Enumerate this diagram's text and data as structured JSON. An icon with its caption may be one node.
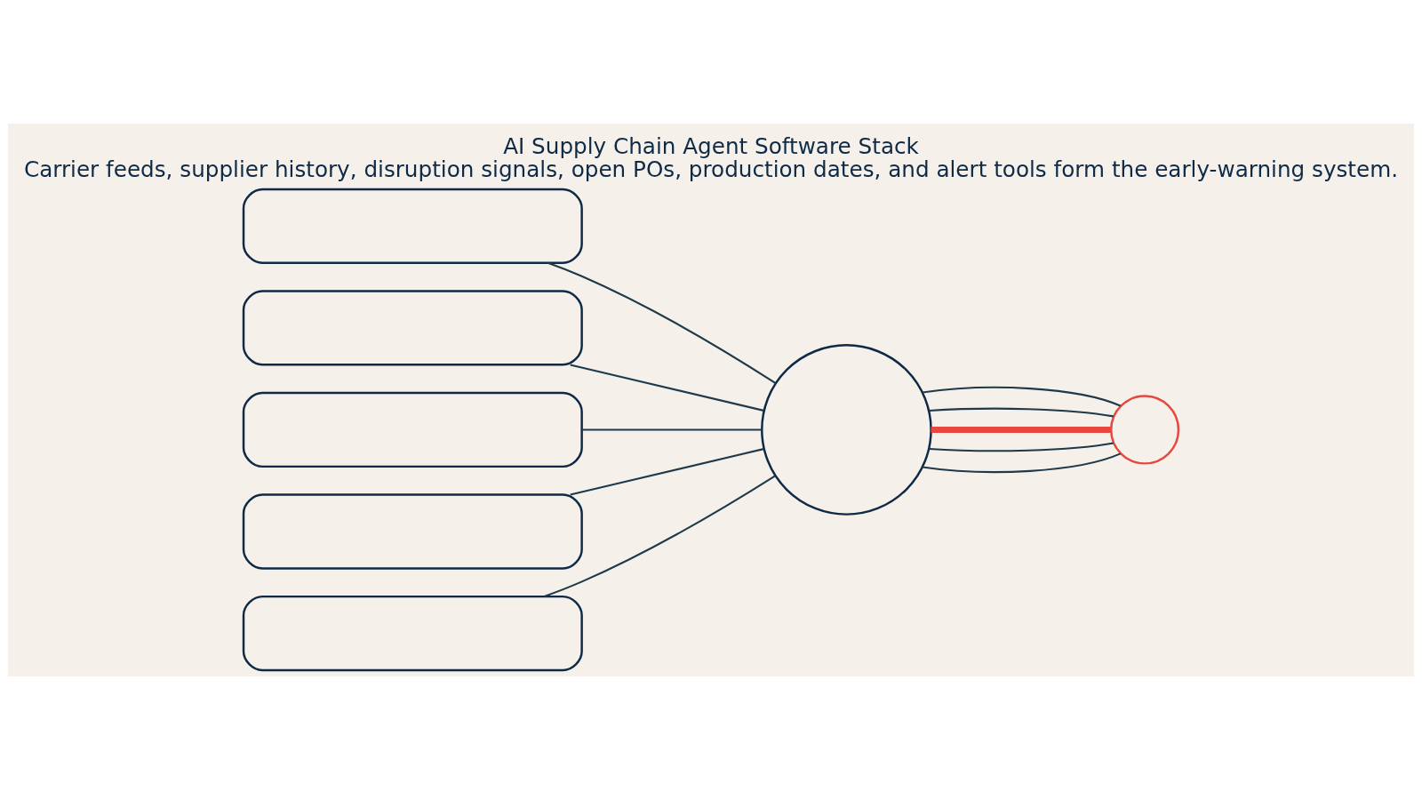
{
  "diagram": {
    "title": "AI Supply Chain Agent Software Stack",
    "caption": "Carrier feeds, supplier history, disruption signals, open POs, production dates, and alert tools form the early-warning system.",
    "nodes": [
      {
        "text": [],
        "shape": "box"
      },
      {
        "text": [],
        "shape": "box"
      },
      {
        "text": [],
        "shape": "box"
      },
      {
        "text": [],
        "shape": "box"
      },
      {
        "text": [],
        "shape": "box"
      },
      {
        "text": [],
        "shape": "circle"
      },
      {
        "text": [],
        "shape": "circle"
      }
    ],
    "edges": [
      {
        "from": 0,
        "to": 5,
        "arrow": "none"
      },
      {
        "from": 1,
        "to": 5,
        "arrow": "none"
      },
      {
        "from": 2,
        "to": 5,
        "arrow": "none"
      },
      {
        "from": 3,
        "to": 5,
        "arrow": "none"
      },
      {
        "from": 4,
        "to": 5,
        "arrow": "none"
      },
      {
        "from": 5,
        "to": 6,
        "arrow": "none"
      },
      {
        "from": 5,
        "to": 6,
        "arrow": "none"
      },
      {
        "from": 5,
        "to": 6,
        "arrow": "none",
        "style": "thick",
        "color": "#e8473f"
      },
      {
        "from": 5,
        "to": 6,
        "arrow": "none"
      },
      {
        "from": 5,
        "to": 6,
        "arrow": "none"
      }
    ]
  }
}
